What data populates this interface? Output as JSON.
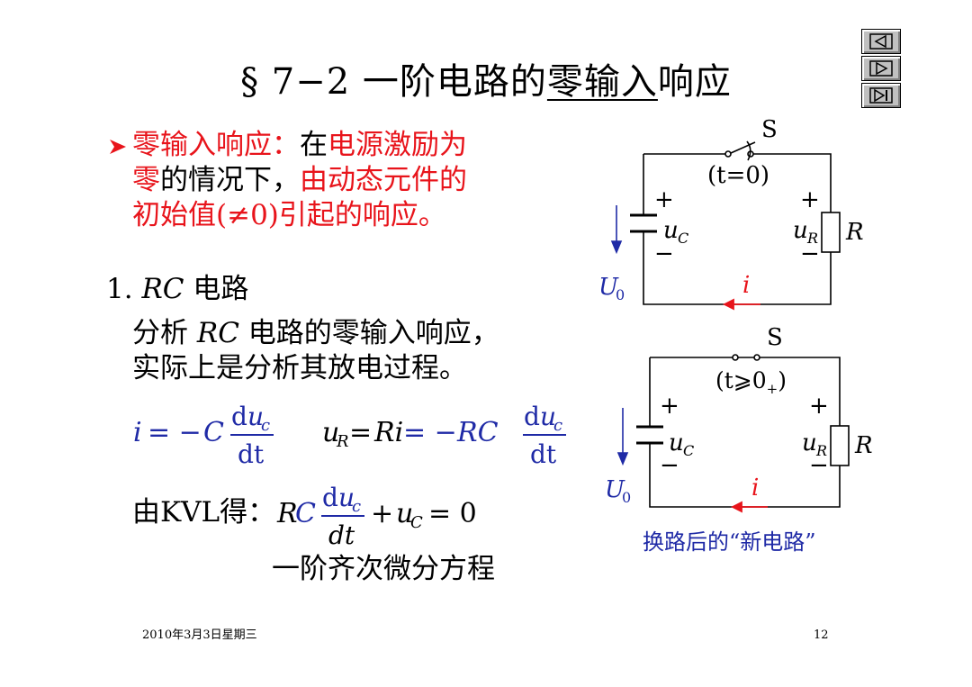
{
  "slide": {
    "title_prefix": "§ 7−2  一阶电路的",
    "title_underlined": "零输入",
    "title_suffix": "响应",
    "definition": {
      "term": "零输入响应：",
      "zai": "在",
      "red1": "电源激励为",
      "red2": "零",
      "mid": "的情况下，",
      "red3": "由动态元件的",
      "red4": "初始值(≠0)引起的响应。"
    },
    "section1": {
      "num": "1.",
      "rc": "RC",
      "label": "电路"
    },
    "analysis": {
      "p1": "分析",
      "rc": "RC",
      "p2": "电路的零输入响应，",
      "line2": "实际上是分析其放电过程。"
    },
    "eq1": {
      "i_lhs": "i",
      "i_eq": "= −",
      "C": "C",
      "num_d": "d",
      "num_u": "u",
      "num_sub": "c",
      "den": "dt",
      "uR_u": "u",
      "uR_sub": "R",
      "uR_eq": "=",
      "Ri": "Ri",
      "eq2": "= −",
      "RC": "RC"
    },
    "kvl": {
      "prefix": "由KVL得：",
      "RC_R": "R",
      "RC_C": "C",
      "plus": "+",
      "uC_u": "u",
      "uC_sub": "C",
      "tail": "= 0"
    },
    "eq_name": "一阶齐次微分方程",
    "circuit1": {
      "switch": "S",
      "time": "(t=0)",
      "plus": "+",
      "minus": "−",
      "uc": "u",
      "uc_sub": "C",
      "ur": "u",
      "ur_sub": "R",
      "R": "R",
      "U0": "U",
      "U0_sub": "0",
      "i": "i"
    },
    "circuit2": {
      "switch": "S",
      "time": "(t⩾0",
      "time_sub": "+",
      "time_close": ")",
      "plus": "+",
      "minus": "−",
      "uc": "u",
      "uc_sub": "C",
      "ur": "u",
      "ur_sub": "R",
      "R": "R",
      "U0": "U",
      "U0_sub": "0",
      "i": "i",
      "caption": "换路后的“新电路”"
    },
    "footer": {
      "date": "2010年3月3日星期三",
      "page": "12"
    }
  },
  "colors": {
    "red": "#e8141b",
    "blue": "#1f2aa6",
    "nav_face": "#c0c0c0"
  },
  "nav_icons": [
    "prev-icon",
    "next-icon",
    "last-icon"
  ]
}
